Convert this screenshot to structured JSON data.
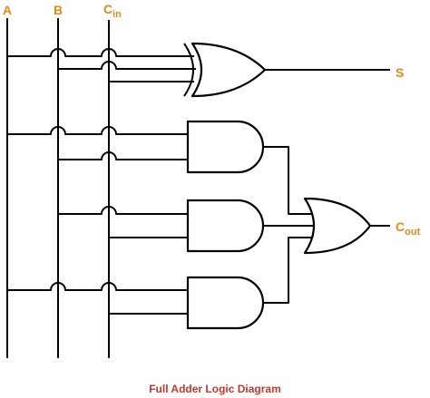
{
  "inputs": {
    "a": "A",
    "b": "B",
    "cin_main": "C",
    "cin_sub": "in"
  },
  "outputs": {
    "sum": "S",
    "cout_main": "C",
    "cout_sub": "out"
  },
  "caption": "Full Adder Logic Diagram",
  "colors": {
    "label": "#e08a1a",
    "caption": "#c0392b",
    "wire": "#000000",
    "background": "#ffffff"
  },
  "gates": [
    {
      "type": "XOR",
      "inputs": [
        "A",
        "B",
        "Cin"
      ],
      "output": "S"
    },
    {
      "type": "AND",
      "inputs": [
        "A",
        "B"
      ]
    },
    {
      "type": "AND",
      "inputs": [
        "B",
        "Cin"
      ]
    },
    {
      "type": "AND",
      "inputs": [
        "A",
        "Cin"
      ]
    },
    {
      "type": "OR",
      "inputs": [
        "AND1",
        "AND2",
        "AND3"
      ],
      "output": "Cout"
    }
  ]
}
